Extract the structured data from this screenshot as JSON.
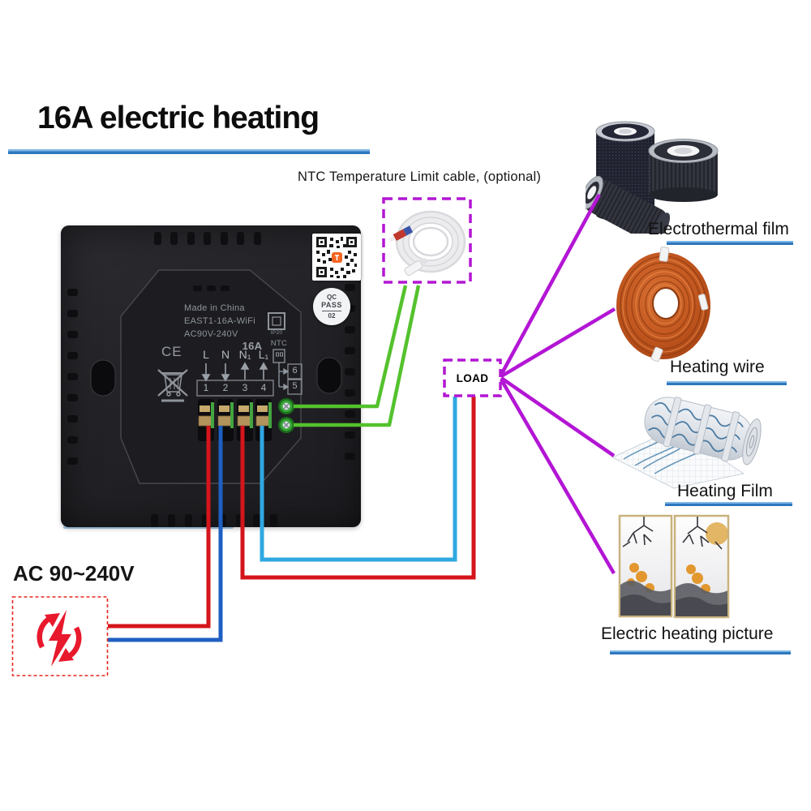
{
  "title": "16A electric heating",
  "ntc_caption": "NTC Temperature Limit cable, (optional)",
  "ac_label": "AC 90~240V",
  "load_label": "LOAD",
  "device": {
    "made_in": "Made in China",
    "model": "EAST1-16A-WiFi",
    "voltage_range": "AC90V-240V",
    "current_rating": "16A",
    "sensor_label": "NTC",
    "ce_mark": "CE",
    "ip_rating": "IP20",
    "terminal_labels": [
      "L",
      "N",
      "N₁",
      "L₁"
    ],
    "terminal_numbers": [
      "1",
      "2",
      "3",
      "4"
    ],
    "sensor_terminal_numbers": [
      "6",
      "5"
    ],
    "qc_sticker": {
      "line1": "QC",
      "line2": "PASS",
      "line3": "02"
    }
  },
  "loads": [
    {
      "label": "Electrothermal film"
    },
    {
      "label": "Heating wire"
    },
    {
      "label": "Heating Film"
    },
    {
      "label": "Electric heating picture"
    }
  ],
  "colors": {
    "live_wire": "#d4151b",
    "neutral_wire": "#1e5fc2",
    "load_live_wire": "#2fa8e1",
    "sensor_wire": "#54c22d",
    "connector_line": "#b316d4",
    "underline_blue": "#2f77bd",
    "ac_box_red": "#e8251f"
  }
}
